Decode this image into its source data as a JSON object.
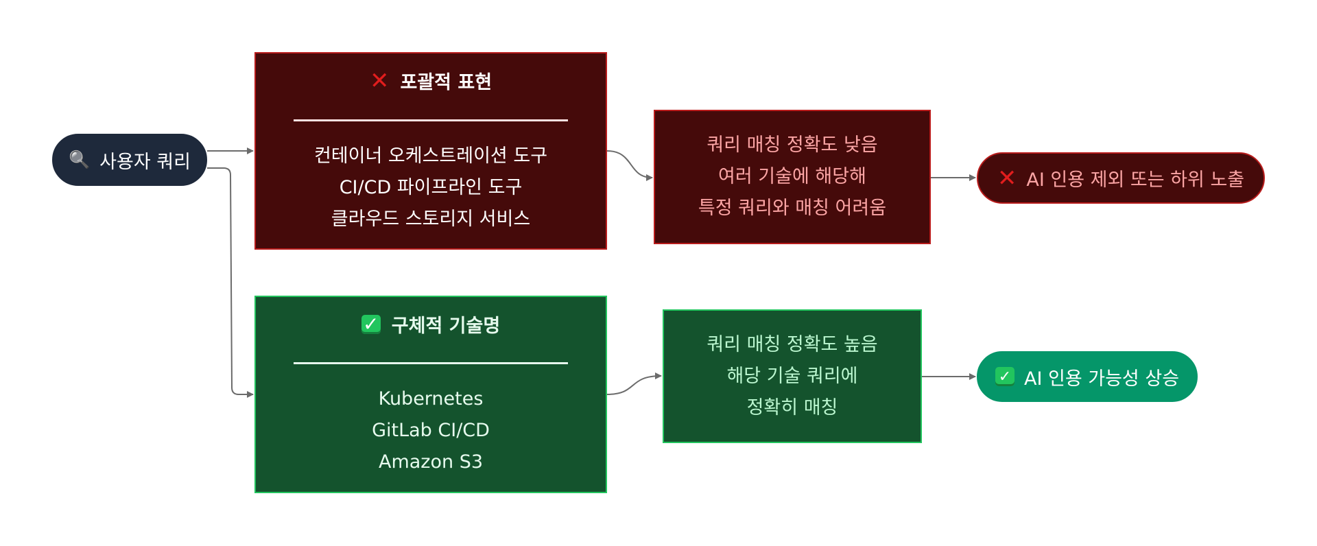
{
  "colors": {
    "query_bg": "#1e293b",
    "bad_bg": "#450a0a",
    "bad_border": "#b91c1c",
    "bad_text": "#fca5a5",
    "good_bg": "#14532d",
    "good_border": "#22c55e",
    "good_text": "#bbf7d0",
    "good_outcome_bg": "#059669",
    "edge": "#6b6b6b"
  },
  "nodes": {
    "query": {
      "icon": "magnifier-icon",
      "icon_glyph": "🔍",
      "label": "사용자 쿼리"
    },
    "bad_category": {
      "icon": "cross-mark-icon",
      "icon_glyph": "✕",
      "title": "포괄적 표현",
      "items": [
        "컨테이너 오케스트레이션 도구",
        "CI/CD 파이프라인 도구",
        "클라우드 스토리지 서비스"
      ]
    },
    "good_category": {
      "icon": "check-mark-icon",
      "icon_glyph": "✓",
      "title": "구체적 기술명",
      "items": [
        "Kubernetes",
        "GitLab CI/CD",
        "Amazon S3"
      ]
    },
    "bad_result": {
      "lines": [
        "쿼리 매칭 정확도 낮음",
        "여러 기술에 해당해",
        "특정 쿼리와 매칭 어려움"
      ]
    },
    "good_result": {
      "lines": [
        "쿼리 매칭 정확도 높음",
        "해당 기술 쿼리에",
        "정확히 매칭"
      ]
    },
    "bad_outcome": {
      "icon": "cross-mark-icon",
      "icon_glyph": "✕",
      "label": "AI 인용 제외 또는 하위 노출"
    },
    "good_outcome": {
      "icon": "check-mark-icon",
      "icon_glyph": "✓",
      "label": "AI 인용 가능성 상승"
    }
  },
  "edges": [
    {
      "from": "query",
      "to": "bad_category"
    },
    {
      "from": "query",
      "to": "good_category"
    },
    {
      "from": "bad_category",
      "to": "bad_result"
    },
    {
      "from": "good_category",
      "to": "good_result"
    },
    {
      "from": "bad_result",
      "to": "bad_outcome"
    },
    {
      "from": "good_result",
      "to": "good_outcome"
    }
  ]
}
